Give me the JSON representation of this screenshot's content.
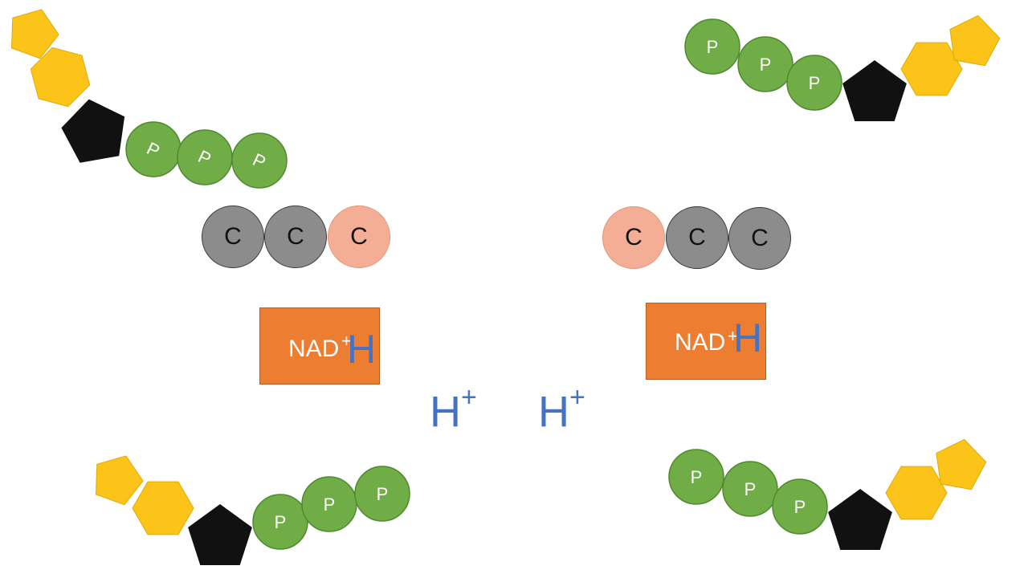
{
  "colors": {
    "sugar_yellow": "#fcc419",
    "pentose_black": "#111111",
    "phosphate_green": "#70ad47",
    "carbon_gray": "#8c8c8c",
    "carbon_pink": "#f4ae95",
    "nad_orange": "#ed7d31",
    "hydrogen_blue": "#4472c4"
  },
  "phosphate_label": "P",
  "carbon_label": "C",
  "left_carbon_chain": [
    "C",
    "C",
    "C"
  ],
  "right_carbon_chain": [
    "C",
    "C",
    "C"
  ],
  "nad_left": {
    "text": "NAD",
    "plus": "+",
    "hydrogen": "H"
  },
  "nad_right": {
    "text": "NAD",
    "plus": "+",
    "hydrogen": "H"
  },
  "proton_left": {
    "symbol": "H",
    "charge": "+"
  },
  "proton_right": {
    "symbol": "H",
    "charge": "+"
  }
}
